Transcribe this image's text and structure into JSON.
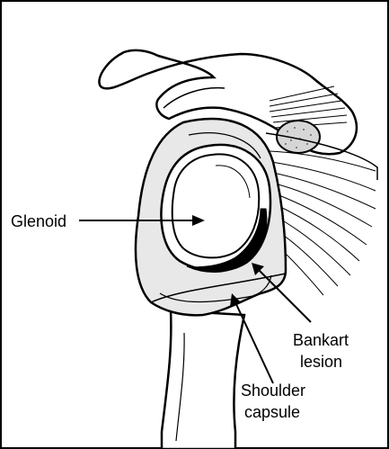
{
  "labels": {
    "glenoid": "Glenoid",
    "bankart_line1": "Bankart",
    "bankart_line2": "lesion",
    "capsule_line1": "Shoulder",
    "capsule_line2": "capsule"
  },
  "colors": {
    "outline": "#000000",
    "capsule_fill": "#e8e8e8",
    "bone_fill": "#ffffff",
    "lesion_fill": "#000000",
    "tendon_fill": "#d6d6d6"
  }
}
